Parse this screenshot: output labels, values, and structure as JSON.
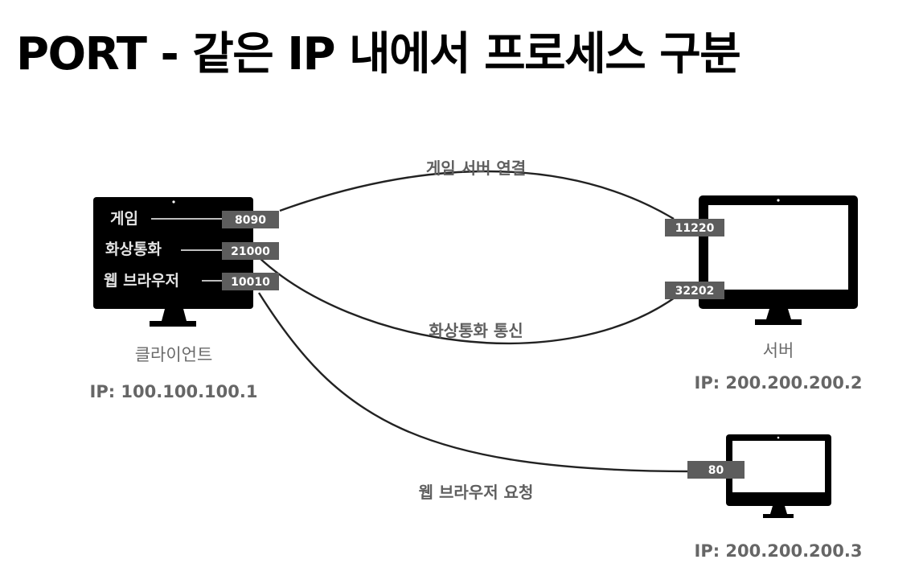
{
  "title": "PORT - 같은 IP 내에서 프로세스 구분",
  "client": {
    "name": "클라이언트",
    "ip": "IP: 100.100.100.1",
    "apps": [
      {
        "label": "게임",
        "port": "8090"
      },
      {
        "label": "화상통화",
        "port": "21000"
      },
      {
        "label": "웹 브라우저",
        "port": "10010"
      }
    ]
  },
  "server": {
    "name": "서버",
    "ip": "IP: 200.200.200.2",
    "ports": [
      "11220",
      "32202"
    ]
  },
  "web_server": {
    "ip": "IP: 200.200.200.3",
    "port": "80"
  },
  "connections": {
    "game": "게임 서버 연결",
    "video": "화상통화 통신",
    "web": "웹 브라우저 요청"
  },
  "colors": {
    "port_box": "#5d5d5d",
    "label_gray": "#666666",
    "monitor": "#000000"
  }
}
